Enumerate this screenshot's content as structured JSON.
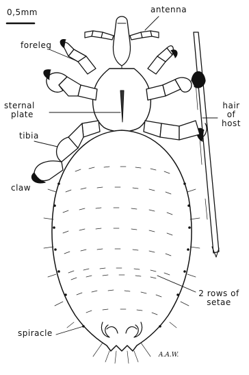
{
  "scale_bar": {
    "label": "0,5mm"
  },
  "labels": {
    "antenna": "antenna",
    "foreleg": "foreleg",
    "sternal_plate": [
      "sternal",
      "plate"
    ],
    "hair_of_host": [
      "hair",
      "of",
      "host"
    ],
    "tibia": "tibia",
    "claw": "claw",
    "setae_rows": [
      "2 rows of",
      "setae"
    ],
    "spiracle": "spiracle"
  },
  "signature": "A.A.W.",
  "colors": {
    "ink": "#111111",
    "paper": "#ffffff"
  }
}
